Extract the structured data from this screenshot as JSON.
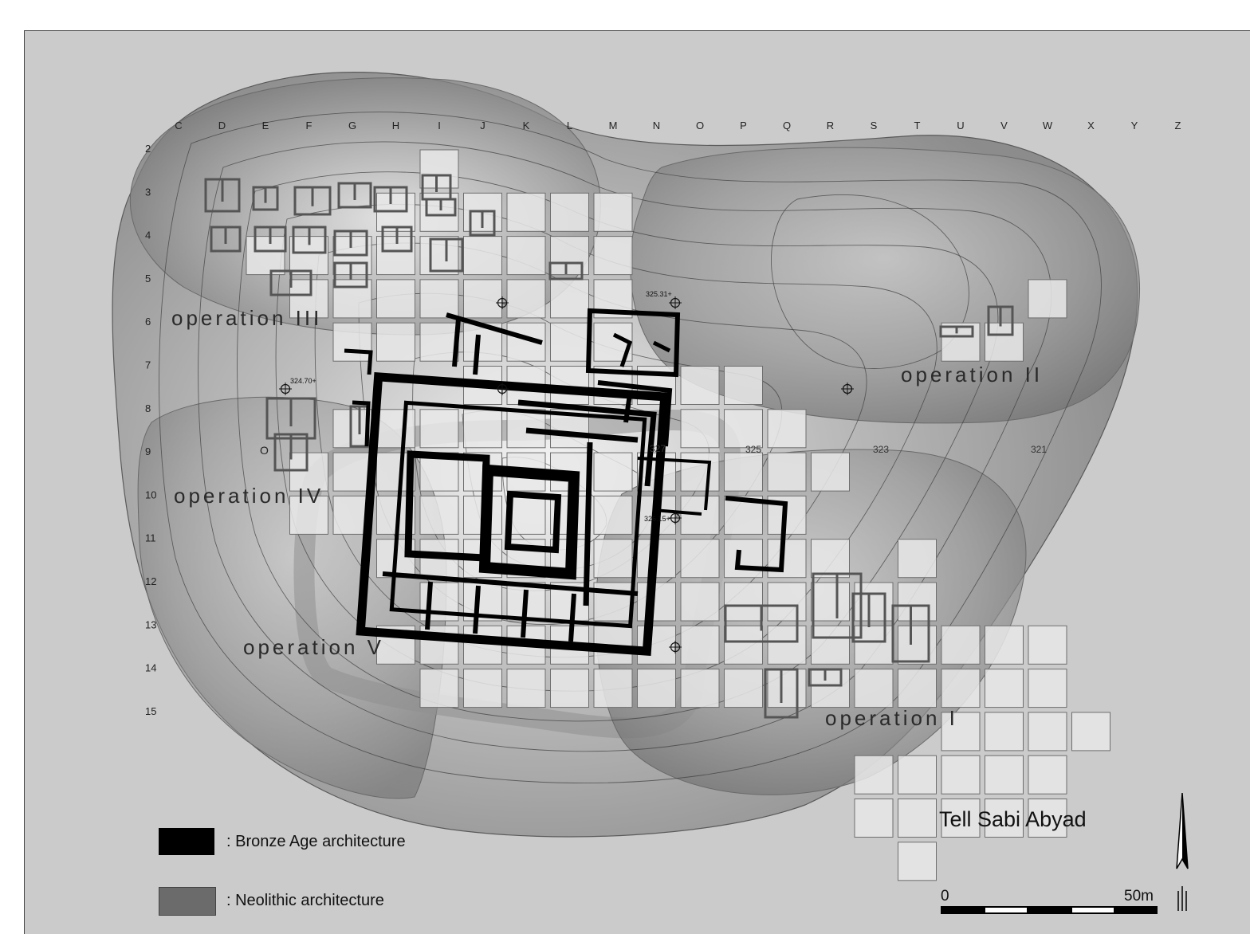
{
  "site_title": "Tell Sabi Abyad",
  "grid": {
    "columns": [
      "C",
      "D",
      "E",
      "F",
      "G",
      "H",
      "I",
      "J",
      "K",
      "L",
      "M",
      "N",
      "O",
      "P",
      "Q",
      "R",
      "S",
      "T",
      "U",
      "V",
      "W",
      "X",
      "Y",
      "Z"
    ],
    "rows": [
      "2",
      "3",
      "4",
      "5",
      "6",
      "7",
      "8",
      "9",
      "10",
      "11",
      "12",
      "13",
      "14",
      "15"
    ]
  },
  "operations": [
    {
      "id": "op3",
      "label": "operation III"
    },
    {
      "id": "op2",
      "label": "operation II"
    },
    {
      "id": "op4",
      "label": "operation IV"
    },
    {
      "id": "op5",
      "label": "operation V"
    },
    {
      "id": "op1",
      "label": "operation I"
    }
  ],
  "contour_labels": [
    "325",
    "323",
    "321",
    "327"
  ],
  "elevation_points": [
    "325.31+",
    "324.70+",
    "326.15+"
  ],
  "pit_marker": "O",
  "legend": [
    {
      "label": ": Bronze Age architecture",
      "color": "#000000"
    },
    {
      "label": ": Neolithic architecture",
      "color": "#6b6b6b"
    }
  ],
  "scale_bar": {
    "start_label": "0",
    "end_label": "50m"
  },
  "icons": {
    "north_arrow": "north-arrow-icon",
    "survey_point": "crosshair-icon"
  },
  "colors": {
    "background": "#cbcbcb",
    "mound": "#8a8a8a",
    "highlight": "#f0f0f0",
    "bronze": "#000000"
  }
}
